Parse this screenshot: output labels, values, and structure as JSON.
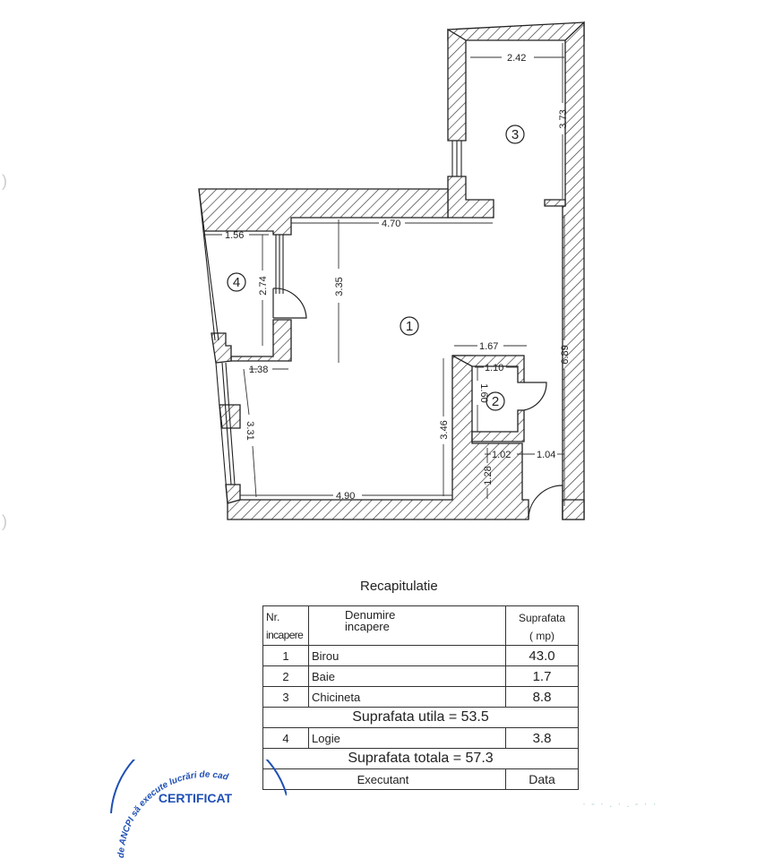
{
  "document": {
    "type": "floor-plan",
    "rooms_on_plan": [
      {
        "number": "1",
        "label": "①"
      },
      {
        "number": "2",
        "label": "②"
      },
      {
        "number": "3",
        "label": "③"
      },
      {
        "number": "4",
        "label": "④"
      }
    ],
    "dimensions": {
      "d_2_42": "2.42",
      "d_3_73": "3.73",
      "d_4_70": "4.70",
      "d_1_56": "1.56",
      "d_2_74": "2.74",
      "d_3_35": "3.35",
      "d_6_89": "6.89",
      "d_1_67": "1.67",
      "d_1_10": "1.10",
      "d_1_60": "1.60",
      "d_1_38": "1.38",
      "d_3_31": "3.31",
      "d_3_46": "3.46",
      "d_1_02": "1.02",
      "d_1_04": "1.04",
      "d_1_28": "1.28",
      "d_4_90": "4.90"
    }
  },
  "recap": {
    "title": "Recapitulatie",
    "headers": {
      "nr_line1": "Nr.",
      "nr_line2": "incapere",
      "name_line1": "Denumire",
      "name_line2": "incapere",
      "area_line1": "Suprafata",
      "area_line2": "( mp)"
    },
    "rows": [
      {
        "nr": "1",
        "name": "Birou",
        "area": "43.0"
      },
      {
        "nr": "2",
        "name": "Baie",
        "area": "1.7"
      },
      {
        "nr": "3",
        "name": "Chicineta",
        "area": "8.8"
      }
    ],
    "useful_area": "Suprafata utila = 53.5",
    "extra_rows": [
      {
        "nr": "4",
        "name": "Logie",
        "area": "3.8"
      }
    ],
    "total_area": "Suprafata totala = 57.3",
    "footer": {
      "executant": "Executant",
      "data": "Data"
    }
  },
  "stamp": {
    "arc_text": "de ANCPI să execute lucrări de cad",
    "title": "CERTIFICAT",
    "color": "#1f4fb5"
  },
  "colors": {
    "ink": "#222222",
    "hatch": "#333333",
    "stamp": "#1f4fb5"
  }
}
